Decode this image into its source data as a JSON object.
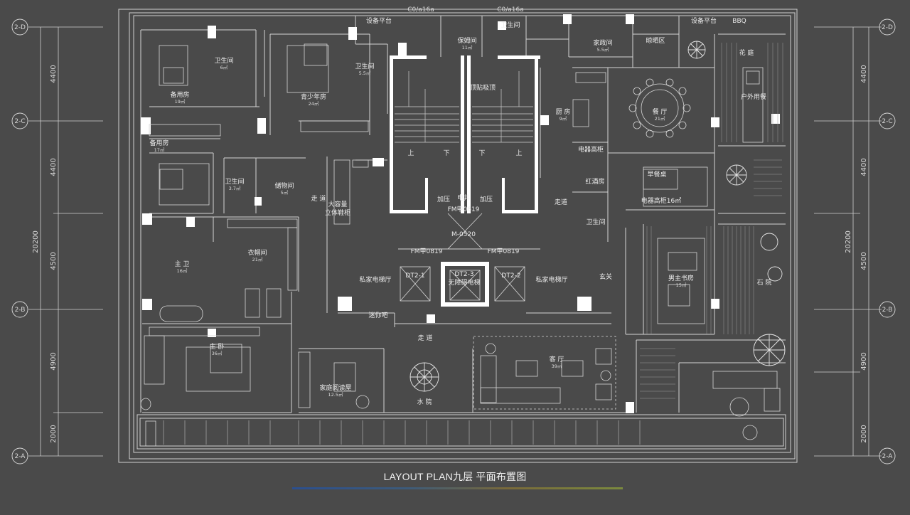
{
  "caption": "LAYOUT PLAN九层 平面布置图",
  "colors": {
    "background": "#4a4a4a",
    "lines": "#d9d9d9",
    "walls": "#ffffff",
    "accent_gradient": [
      "#2b4f8f",
      "#7b8a3e"
    ]
  },
  "axes": {
    "left": [
      "2-D",
      "2-C",
      "2-B",
      "2-A"
    ],
    "right": [
      "2-D",
      "2-C",
      "2-B",
      "2-A"
    ]
  },
  "dimensions": {
    "total": "20200",
    "segments": [
      "4400",
      "4400",
      "4500",
      "4900",
      "2000"
    ]
  },
  "top_labels": [
    "C0/a16a",
    "C0/a16a"
  ],
  "rooms": [
    {
      "name": "设备平台",
      "area": ""
    },
    {
      "name": "保姆间",
      "area": "11㎡"
    },
    {
      "name": "卫生间",
      "area": ""
    },
    {
      "name": "家政间",
      "area": "5.5㎡"
    },
    {
      "name": "晾晒区",
      "area": ""
    },
    {
      "name": "设备平台",
      "area": ""
    },
    {
      "name": "BBQ",
      "area": ""
    },
    {
      "name": "花 庭",
      "area": ""
    },
    {
      "name": "户外用餐",
      "area": ""
    },
    {
      "name": "卫生间",
      "area": "6㎡"
    },
    {
      "name": "卫生间",
      "area": "5.5㎡"
    },
    {
      "name": "备用房",
      "area": "19㎡"
    },
    {
      "name": "青少年房",
      "area": "24㎡"
    },
    {
      "name": "厨 房",
      "area": "9㎡"
    },
    {
      "name": "餐 厅",
      "area": "21㎡"
    },
    {
      "name": "备用房",
      "area": "17㎡"
    },
    {
      "name": "卫生间",
      "area": "3.7㎡"
    },
    {
      "name": "储物间",
      "area": "5㎡"
    },
    {
      "name": "走 道",
      "area": ""
    },
    {
      "name": "大容量",
      "area": ""
    },
    {
      "name": "立体鞋柜",
      "area": ""
    },
    {
      "name": "上",
      "area": ""
    },
    {
      "name": "下",
      "area": ""
    },
    {
      "name": "下",
      "area": ""
    },
    {
      "name": "上",
      "area": ""
    },
    {
      "name": "顶贴吸顶",
      "area": ""
    },
    {
      "name": "加压",
      "area": ""
    },
    {
      "name": "电井",
      "area": ""
    },
    {
      "name": "加压",
      "area": ""
    },
    {
      "name": "FM甲0819",
      "area": ""
    },
    {
      "name": "M-0520",
      "area": ""
    },
    {
      "name": "电器高柜",
      "area": ""
    },
    {
      "name": "红酒房",
      "area": ""
    },
    {
      "name": "走道",
      "area": ""
    },
    {
      "name": "卫生间",
      "area": ""
    },
    {
      "name": "早餐桌",
      "area": ""
    },
    {
      "name": "电器高柜16㎡",
      "area": ""
    },
    {
      "name": "主 卫",
      "area": "16㎡"
    },
    {
      "name": "衣帽间",
      "area": "21㎡"
    },
    {
      "name": "FM甲0819",
      "area": ""
    },
    {
      "name": "FM甲0819",
      "area": ""
    },
    {
      "name": "私家电梯厅",
      "area": ""
    },
    {
      "name": "私家电梯厅",
      "area": ""
    },
    {
      "name": "DT2-1",
      "area": ""
    },
    {
      "name": "DT2-3",
      "area": ""
    },
    {
      "name": "DT2-2",
      "area": ""
    },
    {
      "name": "无障碍电梯",
      "area": ""
    },
    {
      "name": "玄关",
      "area": ""
    },
    {
      "name": "男主书房",
      "area": "15㎡"
    },
    {
      "name": "石 院",
      "area": ""
    },
    {
      "name": "迷你吧",
      "area": ""
    },
    {
      "name": "走 道",
      "area": ""
    },
    {
      "name": "主 卧",
      "area": "36㎡"
    },
    {
      "name": "家庭阅读屋",
      "area": "12.5㎡"
    },
    {
      "name": "水 院",
      "area": ""
    },
    {
      "name": "客 厅",
      "area": "39㎡"
    }
  ]
}
